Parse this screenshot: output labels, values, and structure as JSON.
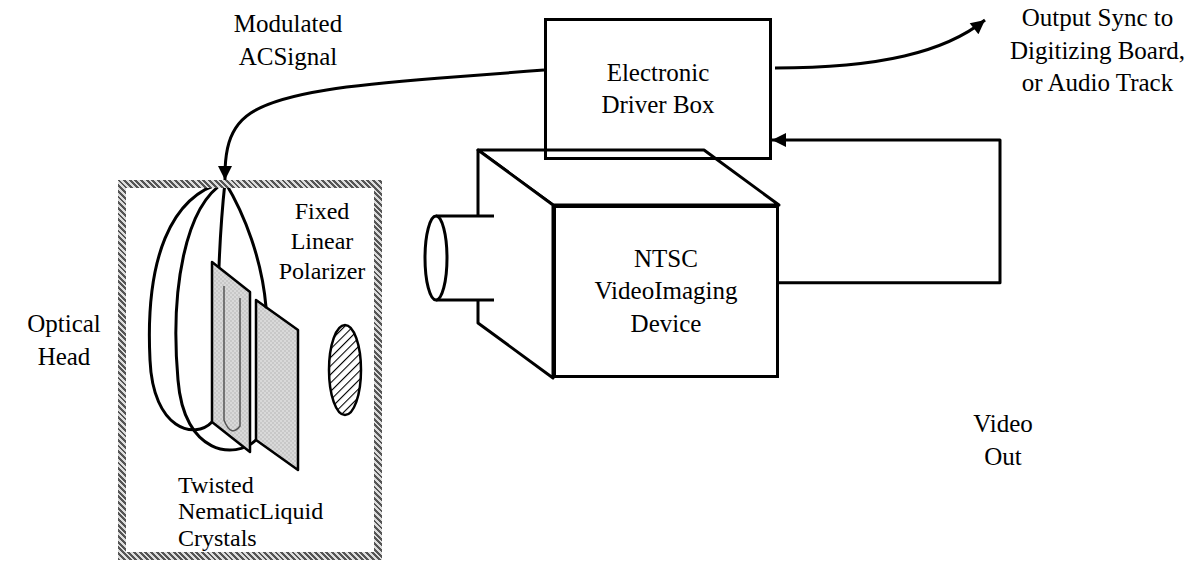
{
  "diagram": {
    "nodes": [
      {
        "text": [
          "Electronic Driver Box"
        ]
      },
      {
        "text": [
          "Optical Head"
        ]
      },
      {
        "text": [
          "NTSC VideoImaging Device"
        ]
      }
    ],
    "edges": [
      {
        "from": 0,
        "to": 1,
        "label": "Modulated ACSignal",
        "arrow": "to"
      },
      {
        "from": 2,
        "to": 0,
        "label": "Video Out",
        "arrow": "to"
      }
    ],
    "labels": [
      "Output Sync to Digitizing Board, or Audio Track",
      "Fixed Linear Polarizer",
      "Twisted NematicLiquid Crystals"
    ]
  }
}
